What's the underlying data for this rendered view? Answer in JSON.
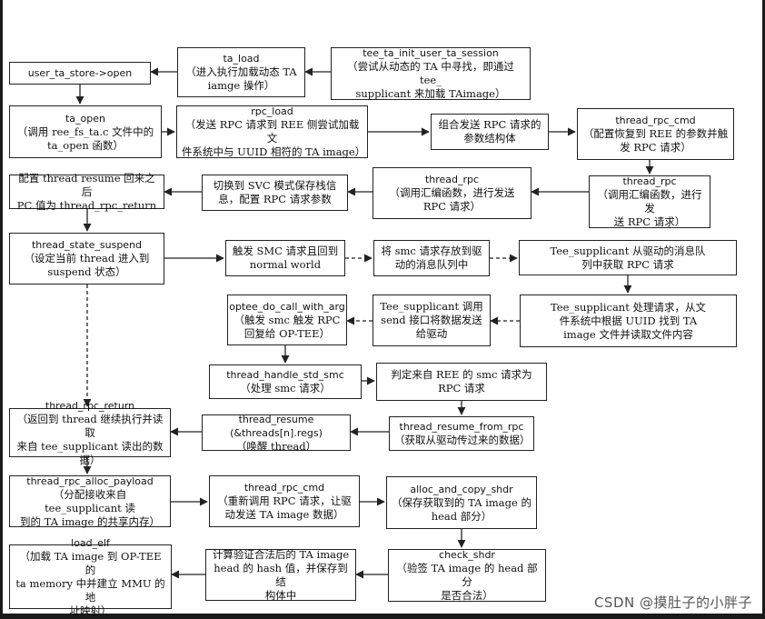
{
  "diagram": {
    "nodes": {
      "ta_load": {
        "title": "ta_load",
        "desc": "（进入执行加载动态 TA\niamge 操作）"
      },
      "init_session": {
        "title": "tee_ta_init_user_ta_session",
        "desc": "（尝试从动态的 TA 中寻找，即通过 tee_\nsupplicant 来加载 TAimage）"
      },
      "store_open": {
        "title": "user_ta_store->open",
        "desc": ""
      },
      "ta_open": {
        "title": "ta_open",
        "desc": "（调用 ree_fs_ta.c 文件中的\nta_open 函数）"
      },
      "rpc_load": {
        "title": "rpc_load",
        "desc": "（发送 RPC 请求到 REE 侧尝试加载文\n件系统中与 UUID 相符的 TA image）"
      },
      "assemble": {
        "title": "",
        "desc": "组合发送 RPC 请求的\n参数结构体"
      },
      "rpc_cmd_1": {
        "title": "thread_rpc_cmd",
        "desc": "（配置恢复到 REE 的参数并触\n发 RPC 请求）"
      },
      "thread_rpc_a": {
        "title": "thread_rpc",
        "desc": "（调用汇编函数，进行发送\nRPC 请求）"
      },
      "thread_rpc_b": {
        "title": "thread_rpc",
        "desc": "（调用汇编函数，进行发\n送 RPC 请求）"
      },
      "svc_switch": {
        "title": "",
        "desc": "切换到 SVC 模式保存栈信\n息，配置 RPC 请求参数"
      },
      "resume_pc": {
        "title": "",
        "desc": "配置 thread resume 回来之后\nPC 值为 thread_rpc_return"
      },
      "suspend": {
        "title": "thread_state_suspend",
        "desc": "（设定当前 thread 进入到\nsuspend 状态）"
      },
      "smc_normal": {
        "title": "",
        "desc": "触发 SMC 请求且回到\nnormal world"
      },
      "smc_queue": {
        "title": "",
        "desc": "将 smc 请求存放到驱\n动的消息队列中"
      },
      "supp_get": {
        "title": "",
        "desc": "Tee_supplicant 从驱动的消息队\n列中获取 RPC 请求"
      },
      "supp_proc": {
        "title": "",
        "desc": "Tee_supplicant 处理请求，从文\n件系统中根据 UUID 找到 TA\nimage 文件并读取文件内容"
      },
      "supp_send": {
        "title": "",
        "desc": "Tee_supplicant 调用\nsend 接口将数据发送\n给驱动"
      },
      "do_call": {
        "title": "optee_do_call_with_arg",
        "desc": "（触发 smc 触发 RPC\n回复给 OP-TEE）"
      },
      "std_smc": {
        "title": "thread_handle_std_smc",
        "desc": "（处理 smc 请求）"
      },
      "judge": {
        "title": "",
        "desc": "判定来自 REE 的 smc 请求为\nRPC 请求"
      },
      "rpc_return": {
        "title": "thread_rpc_return",
        "desc": "（返回到 thread 继续执行并读取\n来自 tee_supplicant 读出的数据）"
      },
      "resume": {
        "title": "thread_resume (&threads[n].regs)",
        "desc": "（唤醒 thread）"
      },
      "resume_from_rpc": {
        "title": "thread_resume_from_rpc",
        "desc": "（获取从驱动传过来的数据）"
      },
      "alloc_payload": {
        "title": "thread_rpc_alloc_payload",
        "desc": "（分配接收来自 tee_supplicant 读\n到的 TA image 的共享内存）"
      },
      "rpc_cmd_2": {
        "title": "thread_rpc_cmd",
        "desc": "（重新调用 RPC 请求，让驱\n动发送 TA image 数据）"
      },
      "alloc_copy": {
        "title": "alloc_and_copy_shdr",
        "desc": "（保存获取到的 TA image 的\nhead 部分）"
      },
      "check_shdr": {
        "title": "check_shdr",
        "desc": "（验签 TA image 的 head 部分\n是否合法）"
      },
      "calc_hash": {
        "title": "",
        "desc": "计算验证合法后的 TA image\nhead 的 hash 值，并保存到结\n构体中"
      },
      "load_elf": {
        "title": "load_elf",
        "desc": "（加载 TA image 到 OP-TEE 的\nta memory 中并建立 MMU 的地\n址映射）"
      }
    }
  },
  "watermark": {
    "text": "CSDN @摸肚子的小胖子"
  }
}
